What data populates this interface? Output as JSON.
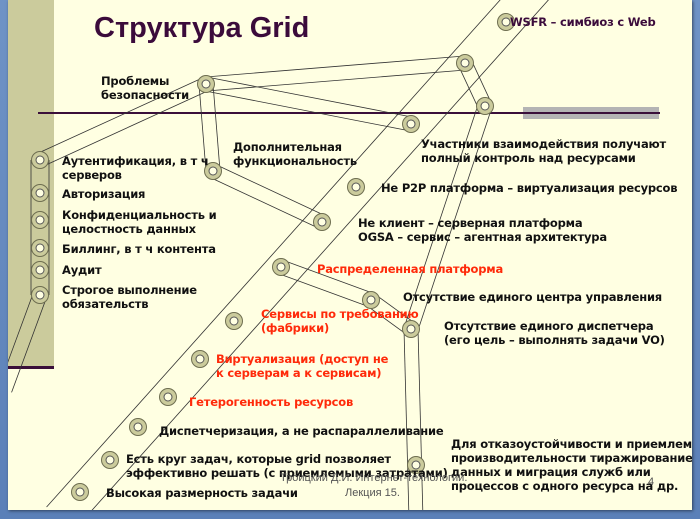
{
  "slide": {
    "title": "Структура Grid",
    "colors": {
      "background": "#ffffe2",
      "strip": "#cbcb9c",
      "title": "#3b0b3b",
      "accent_text": "#ff2a0a",
      "ring": "#cbcb9c"
    },
    "labels": {
      "wsfr": "WSFR – симбиоз с Web",
      "security_problems": [
        "Проблемы",
        "безопасности"
      ],
      "additional_functionality": [
        "Дополнительная",
        "функциональность"
      ],
      "participants_control": [
        "Участники взаимодействия получают",
        "полный контроль над ресурсами"
      ],
      "not_p2p": "Не P2P платформа – виртуализация ресурсов",
      "not_client_server": [
        "Не клиент – серверная платформа",
        "OGSA – сервис – агентная архитектура"
      ],
      "distributed_platform": "Распределенная платформа",
      "no_single_control_center": "Отсутствие единого центра управления",
      "services_on_demand": [
        "Сервисы по требованию",
        "(фабрики)"
      ],
      "no_single_dispatcher": [
        "Отсутствие единого диспетчера",
        "(его цель – выполнять задачи VO)"
      ],
      "virtualization": [
        "Виртуализация (доступ не",
        "к серверам а к сервисам)"
      ],
      "heterogeneity": "Гетерогенность ресурсов",
      "dispatching": "Диспетчеризация, а не распараллеливание",
      "task_circle": [
        "Есть круг задач, которые grid позволяет",
        "эффективно решать (с приемлемыми затратами)"
      ],
      "high_dimension": "Высокая размерность задачи",
      "fault_tolerance": [
        "Для отказоустойчивости и приемлемой",
        "производительности тиражирование",
        "данных и миграция служб или",
        "процессов с одного ресурса на др."
      ]
    },
    "security_items": [
      [
        "Аутентификация, в т ч",
        "серверов"
      ],
      [
        "Авторизация"
      ],
      [
        "Конфиденциальность и",
        "целостность данных"
      ],
      [
        "Биллинг, в т ч контента"
      ],
      [
        "Аудит"
      ],
      [
        "Строгое выполнение",
        "обязательств"
      ]
    ],
    "footer": {
      "author": "Троицкий Д.И. Интернет-технологии.",
      "lecture": "Лекция 15.",
      "page_number": "4"
    }
  }
}
